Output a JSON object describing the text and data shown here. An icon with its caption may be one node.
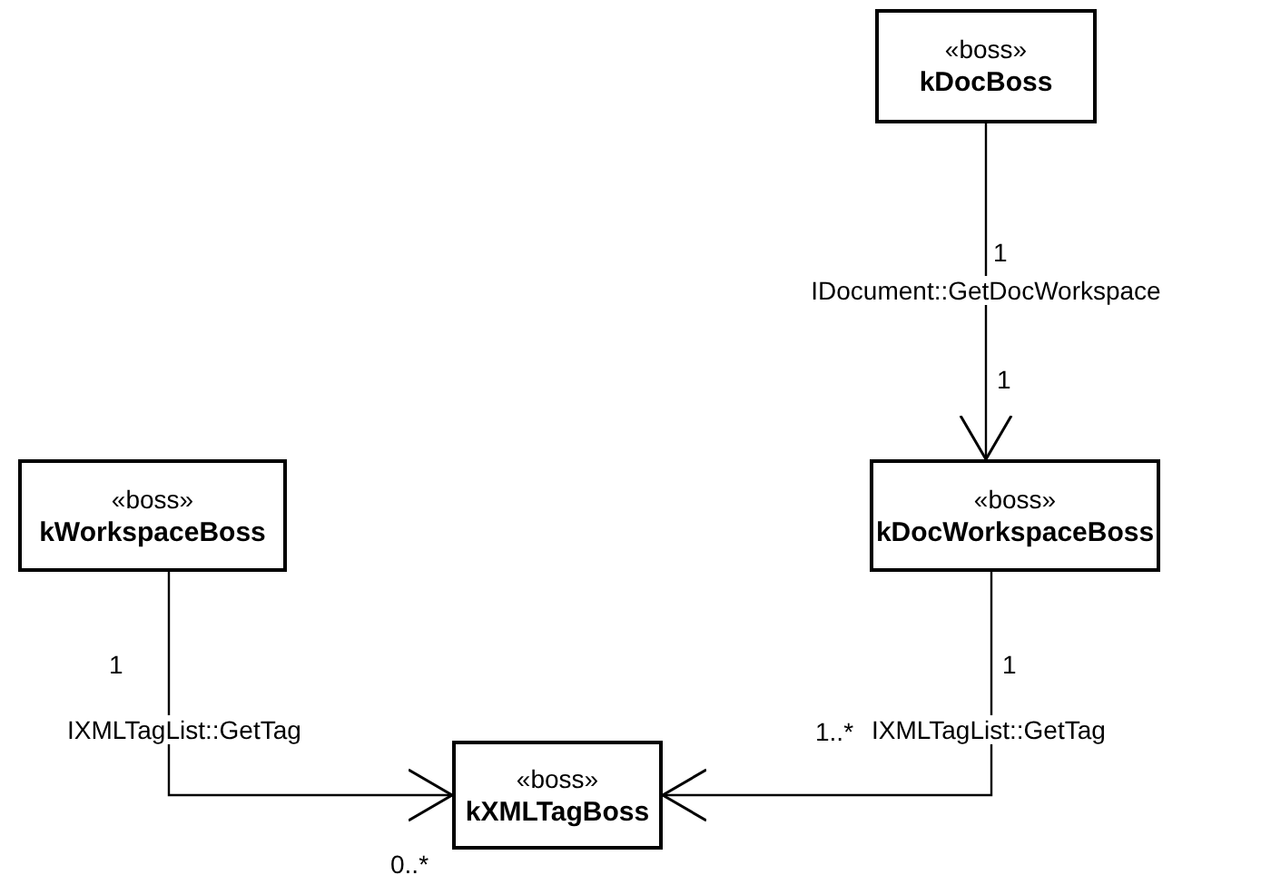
{
  "diagram": {
    "nodes": [
      {
        "text": [
          "«boss»",
          "kDocBoss"
        ]
      },
      {
        "text": [
          "«boss»",
          "kWorkspaceBoss"
        ]
      },
      {
        "text": [
          "«boss»",
          "kDocWorkspaceBoss"
        ]
      },
      {
        "text": [
          "«boss»",
          "kXMLTagBoss"
        ]
      }
    ],
    "edges": [
      {
        "from": 0,
        "to": 2,
        "arrow": "to",
        "label": "IDocument::GetDocWorkspace"
      },
      {
        "from": 1,
        "to": 3,
        "arrow": "to",
        "label": "IXMLTagList::GetTag"
      },
      {
        "from": 2,
        "to": 3,
        "arrow": "to",
        "label": "IXMLTagList::GetTag"
      }
    ],
    "labels": [
      "1",
      "1",
      "1",
      "0..*",
      "1",
      "1..*"
    ]
  }
}
